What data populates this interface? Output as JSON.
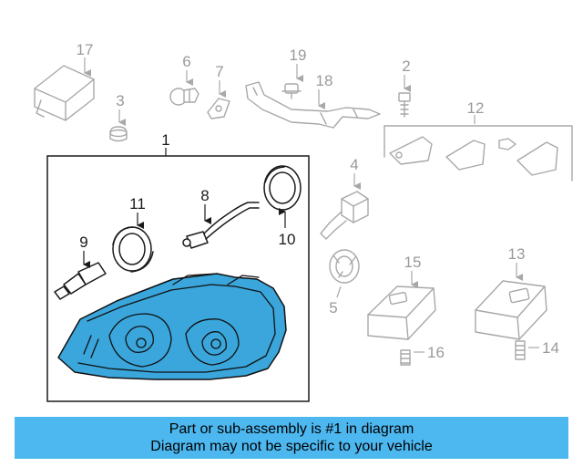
{
  "callouts": {
    "c1": "1",
    "c2": "2",
    "c3": "3",
    "c4": "4",
    "c5": "5",
    "c6": "6",
    "c7": "7",
    "c8": "8",
    "c9": "9",
    "c10": "10",
    "c11": "11",
    "c12": "12",
    "c13": "13",
    "c14": "14",
    "c15": "15",
    "c16": "16",
    "c17": "17",
    "c18": "18",
    "c19": "19"
  },
  "colors": {
    "highlight_part": "#3aa6dc",
    "banner_background": "#4db8f0",
    "faded_parts": "#a8a8a8"
  },
  "banner": {
    "line1": "Part or sub-assembly is #1 in diagram",
    "line2": "Diagram may not be specific to your vehicle"
  }
}
